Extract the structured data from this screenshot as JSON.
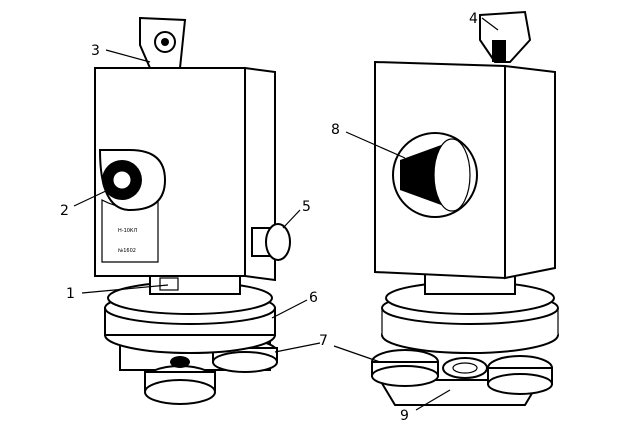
{
  "figure": {
    "labels": [
      "1",
      "2",
      "3",
      "4",
      "5",
      "6",
      "7",
      "8",
      "9"
    ],
    "device_marking": {
      "model": "Н-10КЛ",
      "serial": "№1602"
    },
    "colors": {
      "line": "#000000",
      "fill": "#ffffff"
    }
  }
}
